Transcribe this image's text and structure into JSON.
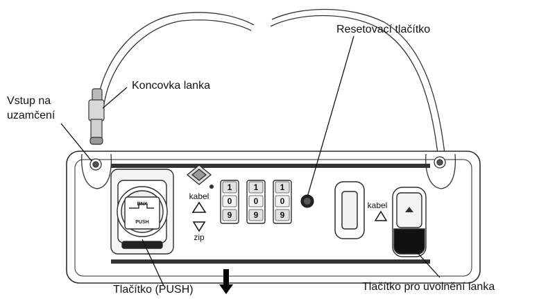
{
  "labels": {
    "lock_input_line1": "Vstup na",
    "lock_input_line2": "uzamčení",
    "cable_end": "Koncovka lanka",
    "reset_button": "Resetovací tlačítko",
    "push_button": "Tlačítko (PUSH)",
    "release_button": "Tlačítko pro uvolnění lanka",
    "mode_cable": "kabel",
    "mode_zip": "zip",
    "release_marker": "kabel"
  },
  "dial_digits": [
    "1",
    "0",
    "9"
  ],
  "push_plate_text_top": "BNX",
  "push_plate_text_bottom": "PUSH",
  "icons": [
    "triangle-up-icon",
    "triangle-down-icon",
    "arrow-down-icon",
    "diamond-logo-icon"
  ],
  "colors": {
    "line": "#2b2b2b",
    "fill_dark": "#111111",
    "fill_mid": "#8a8a8a",
    "fill_light": "#e8e8e8"
  }
}
